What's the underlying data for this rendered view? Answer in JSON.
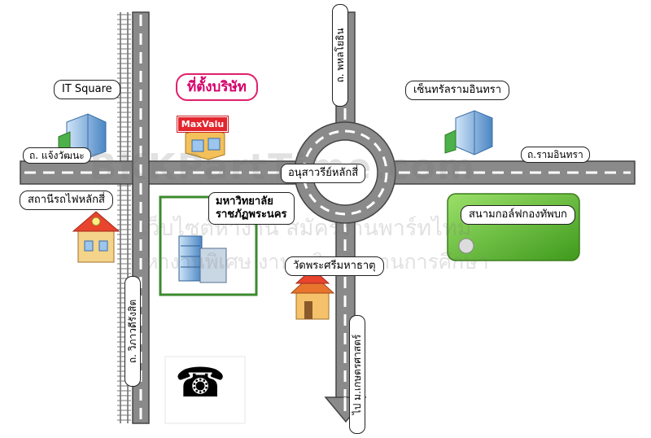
{
  "roads": {
    "chaeng_watthana": "ถ. แจ้งวัฒนะ",
    "ram_intra": "ถ.รามอินทรา",
    "phahon_yothin": "ถ. พหลโยธิน",
    "vibhavadi": "ถ. วิภาวดีรังสิต",
    "kaset_direction": "ไป ม.เกษตรศาสตร์"
  },
  "places": {
    "it_square": "IT Square",
    "company_location": "ที่ตั้งบริษัท",
    "maxvalu": "MaxValu",
    "central_ramintra": "เซ็นทรัลรามอินทรา",
    "monument": "อนุสาวรีย์หลักสี่",
    "station": "สถานีรถไฟหลักสี่",
    "university_line1": "มหาวิทยาลัย",
    "university_line2": "ราชภัฏพระนคร",
    "golf_course": "สนามกอล์ฟกองทัพบก",
    "temple": "วัดพระศรีมหาธาตุ"
  },
  "watermark": {
    "line1": "BKKPartTime.com",
    "line2": "เว็บไซต์หางาน สมัครงานพาร์ทไทม์",
    "line3": "หางานพิเศษ งานเสริม กับงานการศึกษา"
  },
  "icons": {
    "phone": "telephone-icon",
    "office": "office-building-icon",
    "shop": "shop-building-icon",
    "house": "station-house-icon",
    "temple": "temple-building-icon",
    "golf": "golf-ball-icon"
  },
  "colors": {
    "road": "#8a8a8a",
    "road_edge": "#555555",
    "lane": "#ffffff",
    "pink_label": "#e0206b",
    "golf_green": "#5ab52c",
    "university_border": "#3c8a2e",
    "maxvalu_red": "#e3262e"
  }
}
